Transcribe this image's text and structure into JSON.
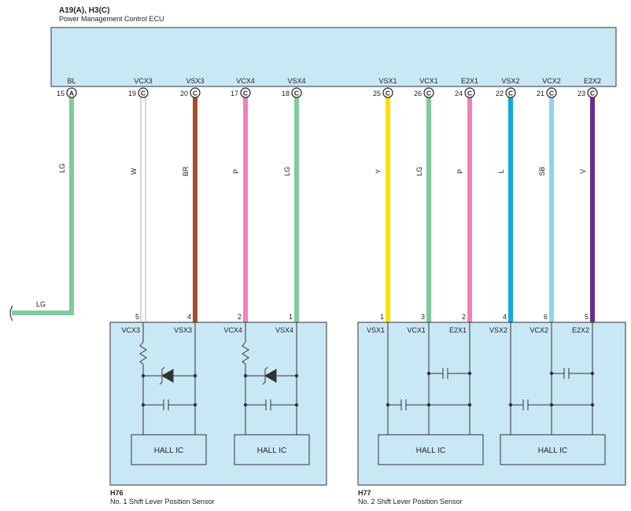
{
  "ecu": {
    "connector": "A19(A), H3(C)",
    "name": "Power Management Control ECU",
    "terminals": [
      {
        "signal": "BL",
        "pin": "15",
        "conn": "A",
        "wire": "LG",
        "color": "#7fcb9b"
      },
      {
        "signal": "VCX3",
        "pin": "19",
        "conn": "C",
        "wire": "W",
        "color": "#ffffff"
      },
      {
        "signal": "VSX3",
        "pin": "20",
        "conn": "C",
        "wire": "BR",
        "color": "#a0522d"
      },
      {
        "signal": "VCX4",
        "pin": "17",
        "conn": "C",
        "wire": "P",
        "color": "#f080b8"
      },
      {
        "signal": "VSX4",
        "pin": "18",
        "conn": "C",
        "wire": "LG",
        "color": "#7fcb9b"
      },
      {
        "signal": "VSX1",
        "pin": "25",
        "conn": "C",
        "wire": "Y",
        "color": "#ffe000"
      },
      {
        "signal": "VCX1",
        "pin": "26",
        "conn": "C",
        "wire": "LG",
        "color": "#7fcb9b"
      },
      {
        "signal": "E2X1",
        "pin": "24",
        "conn": "C",
        "wire": "P",
        "color": "#f080b8"
      },
      {
        "signal": "VSX2",
        "pin": "22",
        "conn": "C",
        "wire": "L",
        "color": "#12a8e0"
      },
      {
        "signal": "VCX2",
        "pin": "21",
        "conn": "C",
        "wire": "SB",
        "color": "#8fd3f0"
      },
      {
        "signal": "E2X2",
        "pin": "23",
        "conn": "C",
        "wire": "V",
        "color": "#6a2d8f"
      }
    ]
  },
  "bl_wire": {
    "label": "LG"
  },
  "sensors": [
    {
      "code": "H76",
      "name": "No.  1 Shift Lever Position Sensor",
      "pins": [
        {
          "pin": "5",
          "signal": "VCX3"
        },
        {
          "pin": "4",
          "signal": "VSX3"
        },
        {
          "pin": "2",
          "signal": "VCX4"
        },
        {
          "pin": "1",
          "signal": "VSX4"
        }
      ],
      "ic_labels": [
        "HALL IC",
        "HALL IC"
      ]
    },
    {
      "code": "H77",
      "name": "No.  2 Shift Lever Position Sensor",
      "pins": [
        {
          "pin": "1",
          "signal": "VSX1"
        },
        {
          "pin": "3",
          "signal": "VCX1"
        },
        {
          "pin": "2",
          "signal": "E2X1"
        },
        {
          "pin": "4",
          "signal": "VSX2"
        },
        {
          "pin": "6",
          "signal": "VCX2"
        },
        {
          "pin": "5",
          "signal": "E2X2"
        }
      ],
      "ic_labels": [
        "HALL IC",
        "HALL IC"
      ]
    }
  ],
  "colors": {
    "box_fill": "#c8e8f6",
    "line": "#333333"
  }
}
